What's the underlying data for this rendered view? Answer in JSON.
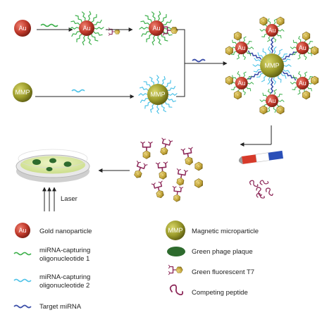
{
  "labels": {
    "au": "Au",
    "mmp": "MMP",
    "laser": "Laser"
  },
  "legend": {
    "gold_nanoparticle": "Gold nanoparticle",
    "oligo1_line1": "miRNA-capturing",
    "oligo1_line2": "oligonucleotide 1",
    "oligo2_line1": "miRNA-capturing",
    "oligo2_line2": "oligonucleotide 2",
    "target_mirna": "Target miRNA",
    "magnetic_microparticle": "Magnetic microparticle",
    "green_phage_plaque": "Green phage plaque",
    "green_fluorescent_t7": "Green fluorescent T7",
    "competing_peptide": "Competing peptide"
  },
  "colors": {
    "gold": "#c0392b",
    "mmp": "#9a9a2a",
    "oligo1": "#3db04b",
    "oligo2": "#4fc3e8",
    "mirna": "#3b4ea8",
    "phage_head": "#c8a93a",
    "phage_body": "#8e2a5a",
    "plaque": "#2e6b2e",
    "dish": "#dfeaa8",
    "magnet_red": "#d63a2a",
    "magnet_blue": "#2a4fb8"
  }
}
